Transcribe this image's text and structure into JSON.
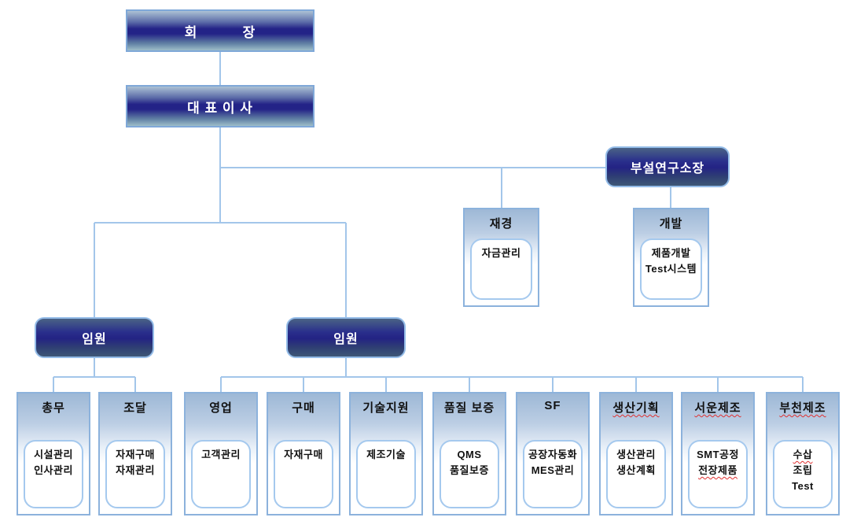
{
  "colors": {
    "connector": "#A3C6EA",
    "banner-border": "#7FA8D8",
    "banner-top": "#ACC1D4",
    "banner-mid": "#232387",
    "banner-bottom": "#9EBEC9",
    "pill-border": "#94BCE8",
    "pill-top": "#4A6385",
    "pill-mid": "#232384",
    "pill-bottom": "#3E5877",
    "dept-border": "#8CB2DC",
    "dept-top": "#9DB8D6",
    "inner-border": "#A5C9EE",
    "text-dark": "#111111",
    "text-light": "#FFFFFF",
    "squiggle": "#E03030",
    "background": "#FFFFFF"
  },
  "nodes": {
    "chairman": {
      "label": "회          장"
    },
    "ceo": {
      "label": "대 표 이 사"
    },
    "research_director": {
      "label": "부설연구소장"
    },
    "executive_left": {
      "label": "임원"
    },
    "executive_right": {
      "label": "임원"
    }
  },
  "mid_departments": [
    {
      "name": "재경",
      "name_squiggle": false,
      "items": [
        {
          "text": "자금관리",
          "squiggle": false
        }
      ]
    },
    {
      "name": "개발",
      "name_squiggle": false,
      "items": [
        {
          "text": "제품개발",
          "squiggle": false
        },
        {
          "text": "Test시스템",
          "squiggle": false
        }
      ]
    }
  ],
  "bottom_departments": [
    {
      "name": "총무",
      "name_squiggle": false,
      "items": [
        {
          "text": "시설관리",
          "squiggle": false
        },
        {
          "text": "인사관리",
          "squiggle": false
        }
      ]
    },
    {
      "name": "조달",
      "name_squiggle": false,
      "items": [
        {
          "text": "자재구매",
          "squiggle": false
        },
        {
          "text": "자재관리",
          "squiggle": false
        }
      ]
    },
    {
      "name": "영업",
      "name_squiggle": false,
      "items": [
        {
          "text": "고객관리",
          "squiggle": false
        }
      ]
    },
    {
      "name": "구매",
      "name_squiggle": false,
      "items": [
        {
          "text": "자재구매",
          "squiggle": false
        }
      ]
    },
    {
      "name": "기술지원",
      "name_squiggle": false,
      "items": [
        {
          "text": "제조기술",
          "squiggle": false
        }
      ]
    },
    {
      "name": "품질 보증",
      "name_squiggle": false,
      "items": [
        {
          "text": "QMS",
          "squiggle": false
        },
        {
          "text": "품질보증",
          "squiggle": false
        }
      ]
    },
    {
      "name": "SF",
      "name_squiggle": false,
      "items": [
        {
          "text": "공장자동화",
          "squiggle": false
        },
        {
          "text": "MES관리",
          "squiggle": false
        }
      ]
    },
    {
      "name": "생산기획",
      "name_squiggle": true,
      "items": [
        {
          "text": "생산관리",
          "squiggle": false
        },
        {
          "text": "생산계획",
          "squiggle": false
        }
      ]
    },
    {
      "name": "서운제조",
      "name_squiggle": true,
      "items": [
        {
          "text": "SMT공정",
          "squiggle": false
        },
        {
          "text": "전장제품",
          "squiggle": true
        }
      ]
    },
    {
      "name": "부천제조",
      "name_squiggle": true,
      "items": [
        {
          "text": "수삽",
          "squiggle": true
        },
        {
          "text": "조립",
          "squiggle": false
        },
        {
          "text": "Test",
          "squiggle": false
        }
      ]
    }
  ]
}
